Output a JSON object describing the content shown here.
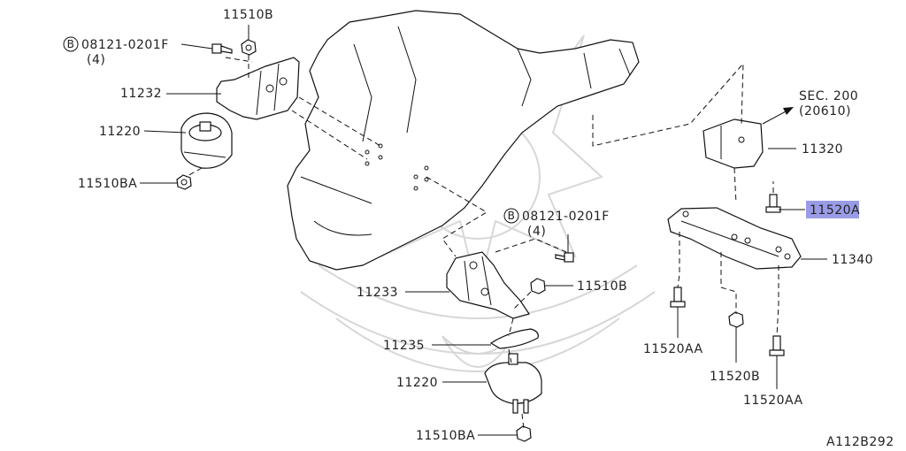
{
  "labels": {
    "l_11510b_top": "11510B",
    "l_bolt_left": "08121-0201F",
    "l_bolt_left_qty": "(4)",
    "l_11232": "11232",
    "l_11220_left": "11220",
    "l_11510ba_left": "11510BA",
    "l_sec": "SEC. 200",
    "l_sec_sub": "(20610)",
    "l_11320": "11320",
    "l_11520a": "11520A",
    "l_11340": "11340",
    "l_bolt_mid": "08121-0201F",
    "l_bolt_mid_qty": "(4)",
    "l_11233": "11233",
    "l_11510b_mid": "11510B",
    "l_11235": "11235",
    "l_11220_mid": "11220",
    "l_11510ba_bot": "11510BA",
    "l_11520aa_left": "11520AA",
    "l_11520b": "11520B",
    "l_11520aa_right": "11520AA",
    "l_ref": "A112B292"
  },
  "bolt_prefix": "B",
  "highlight_label": "11520A",
  "colors": {
    "highlight": "#9a9be6",
    "line": "#111111",
    "watermark": "#d7d7d7"
  }
}
